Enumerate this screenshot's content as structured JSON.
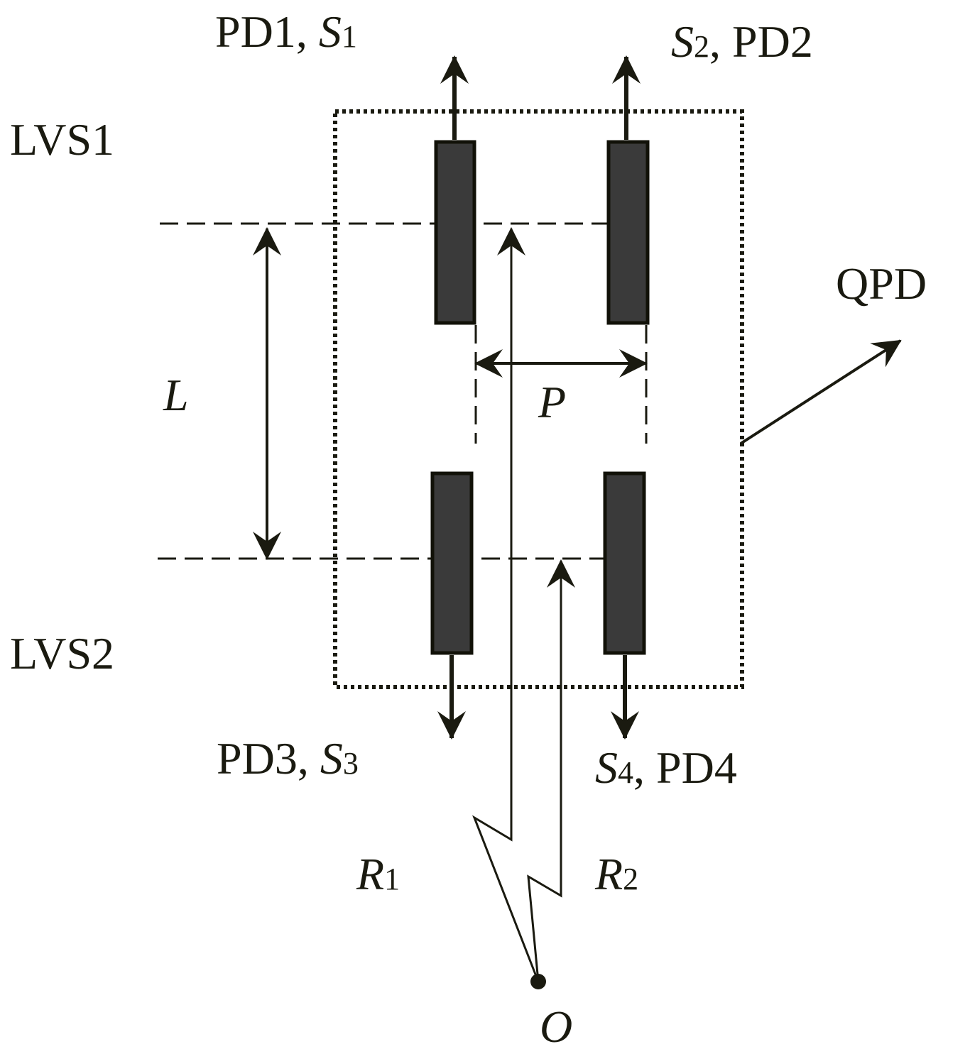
{
  "labels": {
    "pd1_name": "PD1, ",
    "pd1_signal_letter": "S",
    "pd1_signal_sub": "1",
    "pd2_signal_letter": "S",
    "pd2_signal_sub": "2",
    "pd2_name": ", PD2",
    "pd3_name": "PD3, ",
    "pd3_signal_letter": "S",
    "pd3_signal_sub": "3",
    "pd4_signal_letter": "S",
    "pd4_signal_sub": "4",
    "pd4_name": ", PD4",
    "lvs1": "LVS1",
    "lvs2": "LVS2",
    "qpd": "QPD",
    "length": "L",
    "pitch": "P",
    "ray1_letter": "R",
    "ray1_sub": "1",
    "ray2_letter": "R",
    "ray2_sub": "2",
    "origin": "O"
  },
  "colors": {
    "ink": "#1a1a10",
    "sensor_fill": "#3a3a3a",
    "background": "#ffffff"
  }
}
